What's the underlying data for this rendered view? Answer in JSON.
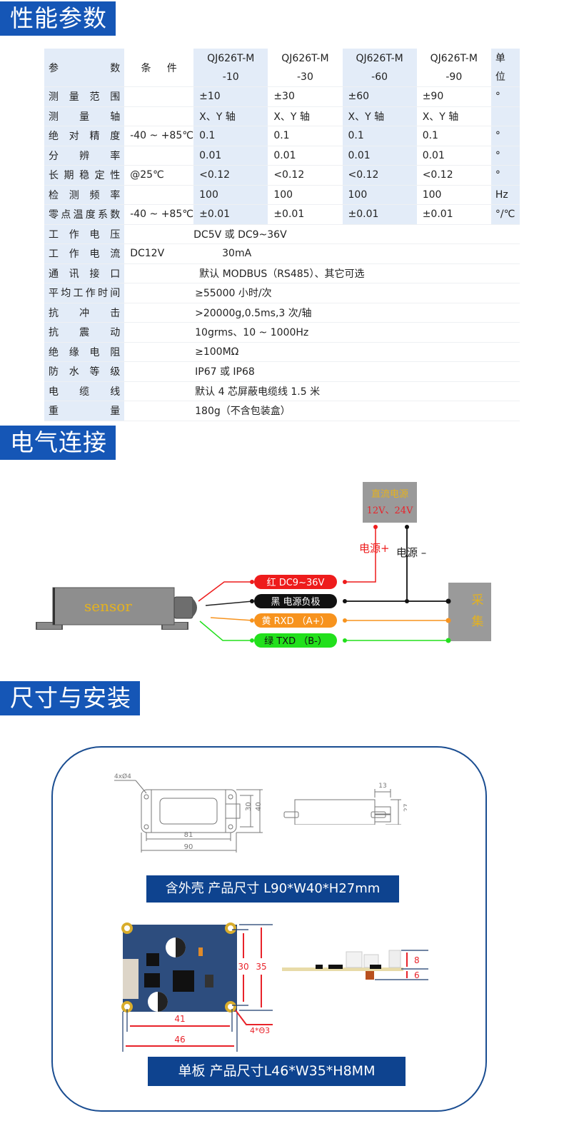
{
  "sections": {
    "performance": "性能参数",
    "electrical": "电气连接",
    "dimensions": "尺寸与安装"
  },
  "spec_table": {
    "header": {
      "param": [
        "参",
        "数"
      ],
      "condition": [
        "条",
        "件"
      ],
      "models": [
        {
          "line1": "QJ626T-M",
          "line2": "-10"
        },
        {
          "line1": "QJ626T-M",
          "line2": "-30"
        },
        {
          "line1": "QJ626T-M",
          "line2": "-60"
        },
        {
          "line1": "QJ626T-M",
          "line2": "-90"
        }
      ],
      "unit": [
        "单",
        "位"
      ]
    },
    "model_rows": [
      {
        "param": "测量范围",
        "condition": "",
        "values": [
          "±10",
          "±30",
          "±60",
          "±90"
        ],
        "unit": "°"
      },
      {
        "param": "测量轴",
        "condition": "",
        "values": [
          "X、Y 轴",
          "X、Y 轴",
          "X、Y 轴",
          "X、Y 轴"
        ],
        "unit": ""
      },
      {
        "param": "绝对精度",
        "condition": "-40 ~ +85℃",
        "values": [
          "0.1",
          "0.1",
          "0.1",
          "0.1"
        ],
        "unit": "°"
      },
      {
        "param": "分辨率",
        "condition": "",
        "values": [
          "0.01",
          "0.01",
          "0.01",
          "0.01"
        ],
        "unit": "°"
      },
      {
        "param": "长期稳定性",
        "condition": "@25℃",
        "values": [
          "<0.12",
          "<0.12",
          "<0.12",
          "<0.12"
        ],
        "unit": "°"
      },
      {
        "param": "检测频率",
        "condition": "",
        "values": [
          "100",
          "100",
          "100",
          "100"
        ],
        "unit": "Hz"
      },
      {
        "param": "零点温度系数",
        "condition": "-40 ~ +85℃",
        "values": [
          "±0.01",
          "±0.01",
          "±0.01",
          "±0.01"
        ],
        "unit": "°/℃"
      }
    ],
    "common_rows": [
      {
        "param": "工作电压",
        "condition": "",
        "value": "DC5V 或 DC9~36V"
      },
      {
        "param": "工作电流",
        "condition": "DC12V",
        "value": "30mA"
      },
      {
        "param": "通讯接口",
        "condition": "",
        "value": "默认 MODBUS（RS485）、其它可选"
      },
      {
        "param": "平均工作时间",
        "condition": "",
        "value": "≥55000  小时/次"
      },
      {
        "param": "抗冲击",
        "condition": "",
        "value": ">20000g,0.5ms,3 次/轴"
      },
      {
        "param": "抗震动",
        "condition": "",
        "value": "10grms、10 ~ 1000Hz"
      },
      {
        "param": "绝缘电阻",
        "condition": "",
        "value": "≥100MΩ"
      },
      {
        "param": "防水等级",
        "condition": "",
        "value": "IP67 或 IP68"
      },
      {
        "param": "电缆线",
        "condition": "",
        "value": "默认 4 芯屏蔽电缆线 1.5 米"
      },
      {
        "param": "重量",
        "condition": "",
        "value": "180g（不含包装盒）"
      }
    ]
  },
  "wiring": {
    "sensor_label": "sensor",
    "power_supply": {
      "title": "直流电源",
      "voltage": "12V、24V"
    },
    "power_plus": "电源+",
    "power_minus": "电源 –",
    "acquisition": [
      "采",
      "集"
    ],
    "wires": [
      {
        "label": "红  DC9~36V",
        "color": "#ee1c1c",
        "text_color": "#ffffff"
      },
      {
        "label": "黑  电源负极",
        "color": "#111111",
        "text_color": "#ffffff"
      },
      {
        "label": "黄 RXD （A+）",
        "color": "#f7931e",
        "text_color": "#ffffff"
      },
      {
        "label": "绿 TXD （B-）",
        "color": "#22e01c",
        "text_color": "#111111"
      }
    ]
  },
  "dimensions": {
    "housing_drawing": {
      "holes": "4xØ4",
      "length_inner": "81",
      "length": "90",
      "width_inner": "30",
      "width": "40",
      "connector": "13",
      "height": "27"
    },
    "housing_caption": "含外壳  产品尺寸 L90*W40*H27mm",
    "board_drawing": {
      "hole_span_y": "30",
      "height": "35",
      "hole_span_x": "41",
      "length": "46",
      "holes": "4*Θ3",
      "top_height": "8",
      "bottom_height": "6"
    },
    "board_caption": "单板  产品尺寸L46*W35*H8MM"
  }
}
